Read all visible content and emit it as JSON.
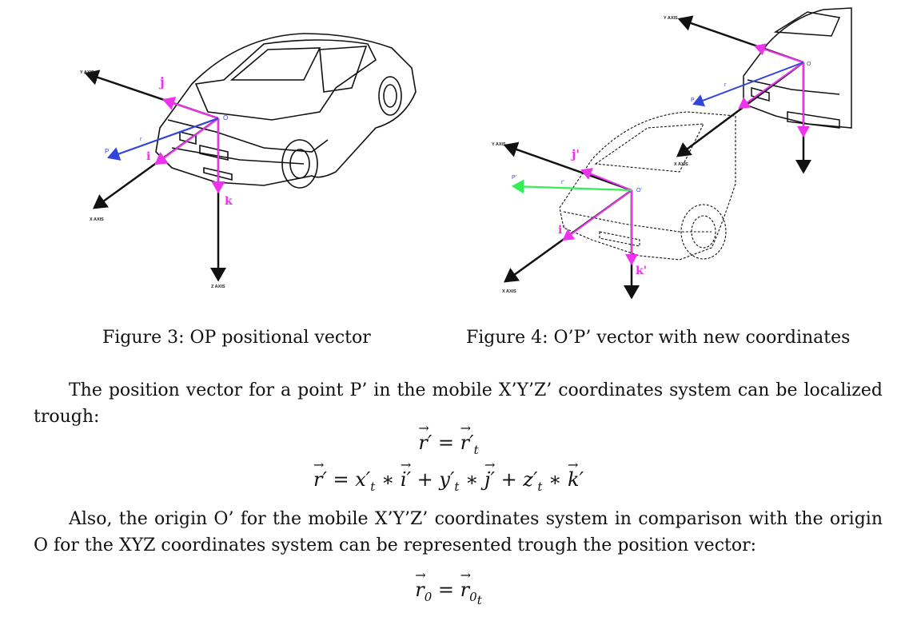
{
  "figure3": {
    "caption": "Figure 3: OP positional vector",
    "labels": {
      "y_axis": "Y AXIS",
      "x_axis": "X AXIS",
      "z_axis": "Z AXIS",
      "origin": "O",
      "point": "P",
      "radius": "r",
      "i": "i",
      "j": "j",
      "k": "k"
    }
  },
  "figure4": {
    "caption": "Figure 4: O’P’ vector with new coordinates",
    "labels": {
      "y_axis_top": "Y AXIS",
      "x_axis_top": "X AXIS",
      "origin_top": "O",
      "point_top": "P",
      "radius_top": "r",
      "y_axis": "Y AXIS",
      "x_axis": "X AXIS",
      "origin": "O'",
      "point": "P'",
      "radius": "r'",
      "i": "i'",
      "j": "j'",
      "k": "k'"
    }
  },
  "text": {
    "para1": "The position vector for a point P’ in the mobile X’Y’Z’ coordinates system can be localized trough:",
    "para2": "Also, the origin O’ for the mobile X’Y’Z’ coordinates system in comparison with the origin O for the XYZ coordinates system can be represented trough the position vector:"
  },
  "colors": {
    "axis": "#111111",
    "unit_vectors": "#ee33ee",
    "position_vector": "#3344dd",
    "moved_vector": "#33ee55"
  }
}
